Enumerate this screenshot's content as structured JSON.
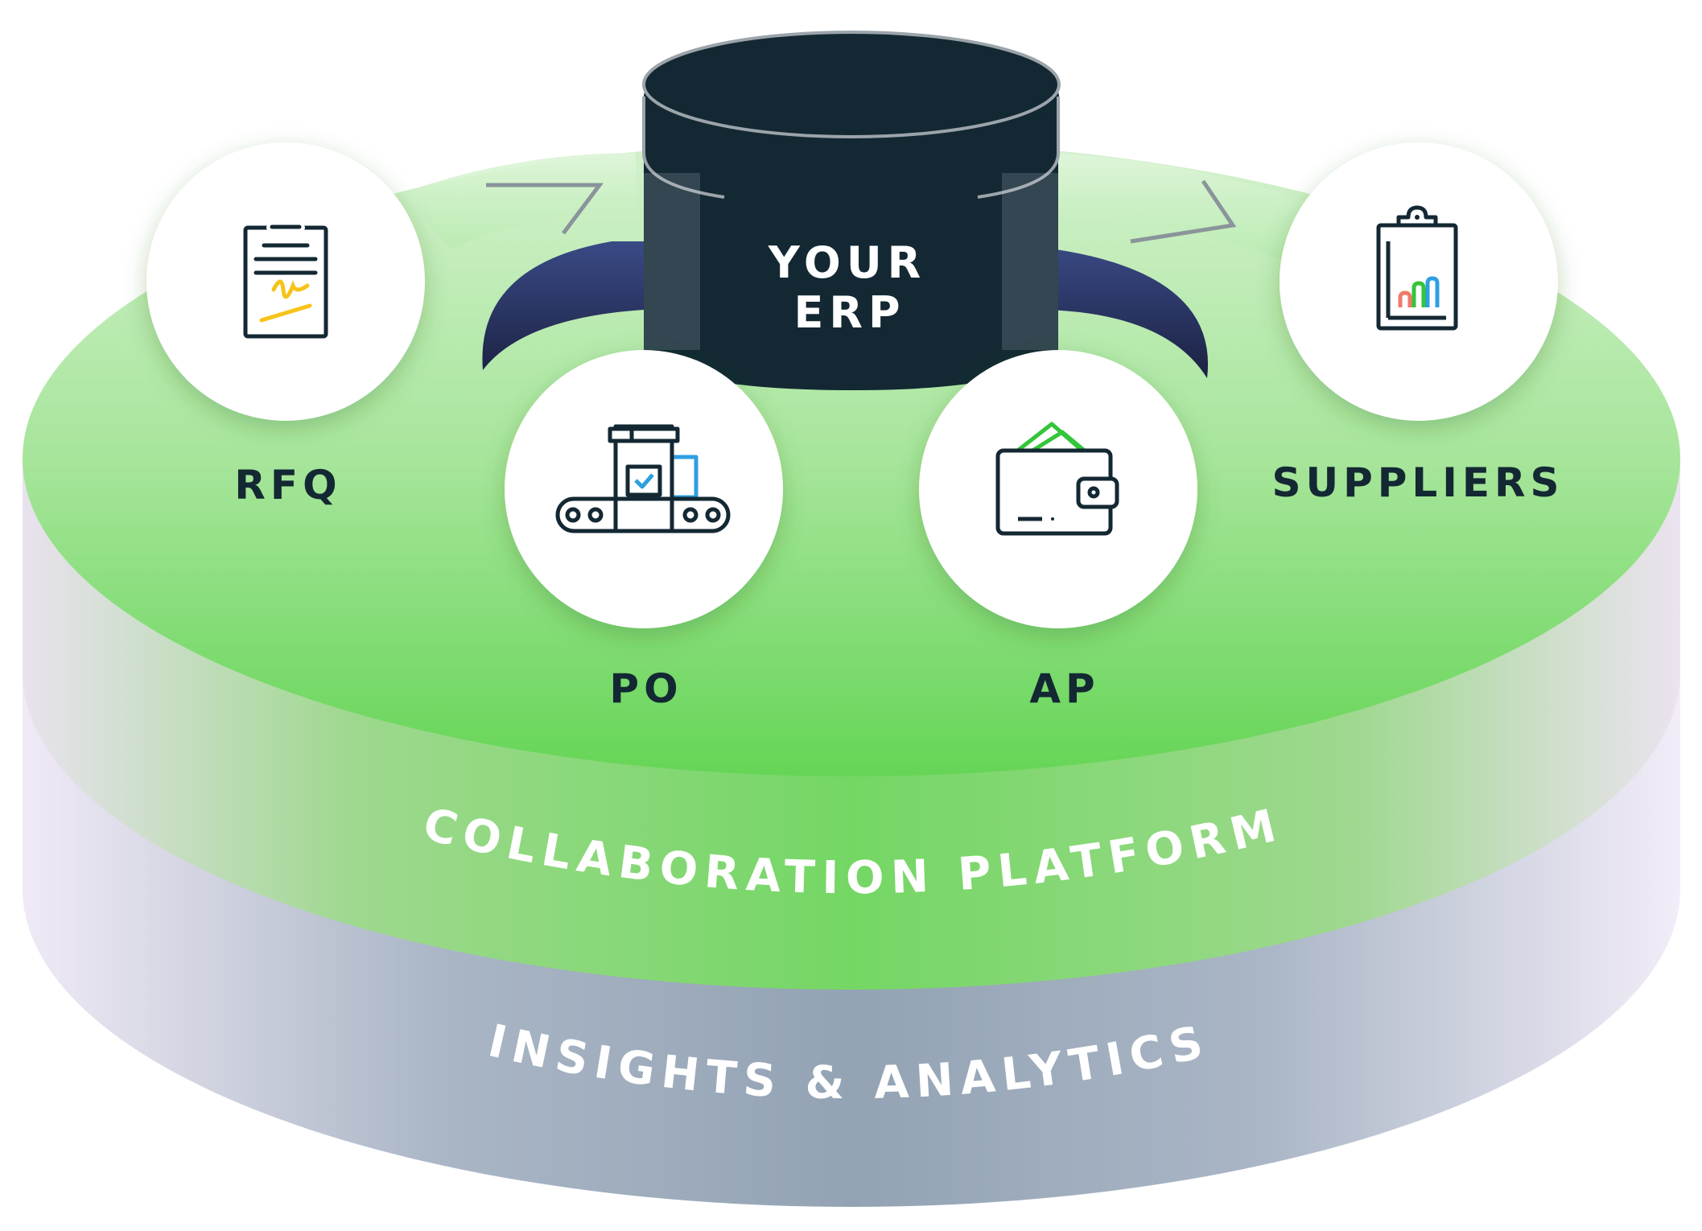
{
  "erp": {
    "line1": "YOUR",
    "line2": "ERP"
  },
  "nodes": {
    "rfq": {
      "label": "RFQ",
      "icon": "contract-icon"
    },
    "po": {
      "label": "PO",
      "icon": "conveyor-belt-icon"
    },
    "ap": {
      "label": "AP",
      "icon": "wallet-icon"
    },
    "suppliers": {
      "label": "SUPPLIERS",
      "icon": "clipboard-chart-icon"
    }
  },
  "layers": {
    "collaboration": "COLLABORATION PLATFORM",
    "insights": "INSIGHTS & ANALYTICS"
  },
  "colors": {
    "green": "#6cd860",
    "navy": "#132833",
    "slate": "#9aa9bb",
    "lavender": "#e8e2f4",
    "accent_yellow": "#f7c31a",
    "accent_blue": "#2e9fe0",
    "accent_green": "#33c53a",
    "accent_red": "#f07a6a"
  }
}
